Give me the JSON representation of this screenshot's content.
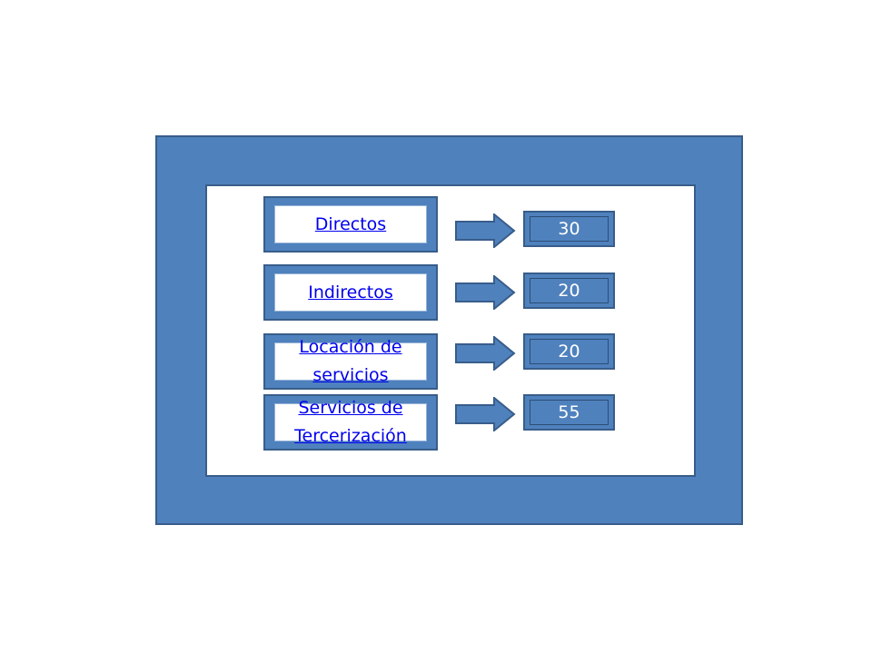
{
  "items": [
    {
      "label": "Directos",
      "value": "30"
    },
    {
      "label": "Indirectos",
      "value": "20"
    },
    {
      "label": "Locación de servicios",
      "value": "20"
    },
    {
      "label": "Servicios de Tercerización",
      "value": "55"
    }
  ],
  "colors": {
    "frame": "#4f81bd",
    "border": "#385d8a",
    "link": "#0000ee",
    "value_text": "#ffffff"
  }
}
